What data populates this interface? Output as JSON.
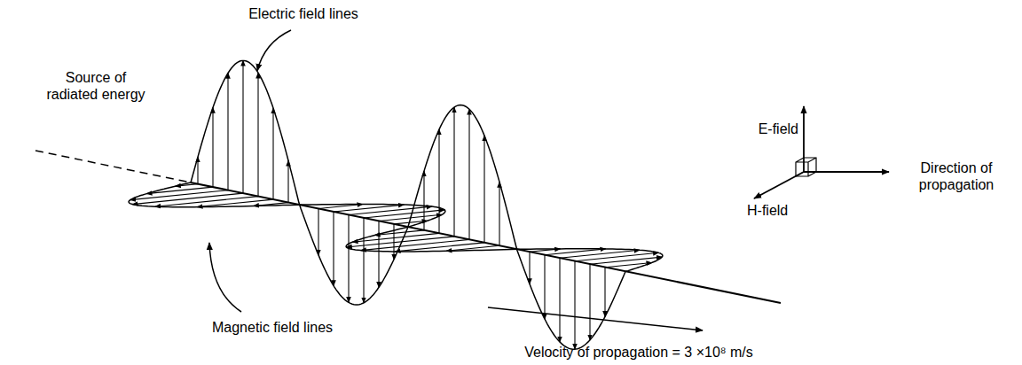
{
  "diagram": {
    "labels": [
      "Electric field lines",
      "Source of radiated energy",
      "E-field",
      "Direction of propagation",
      "H-field",
      "Magnetic field lines",
      "Velocity of propagation = 3 ×10⁸ m/s"
    ]
  }
}
